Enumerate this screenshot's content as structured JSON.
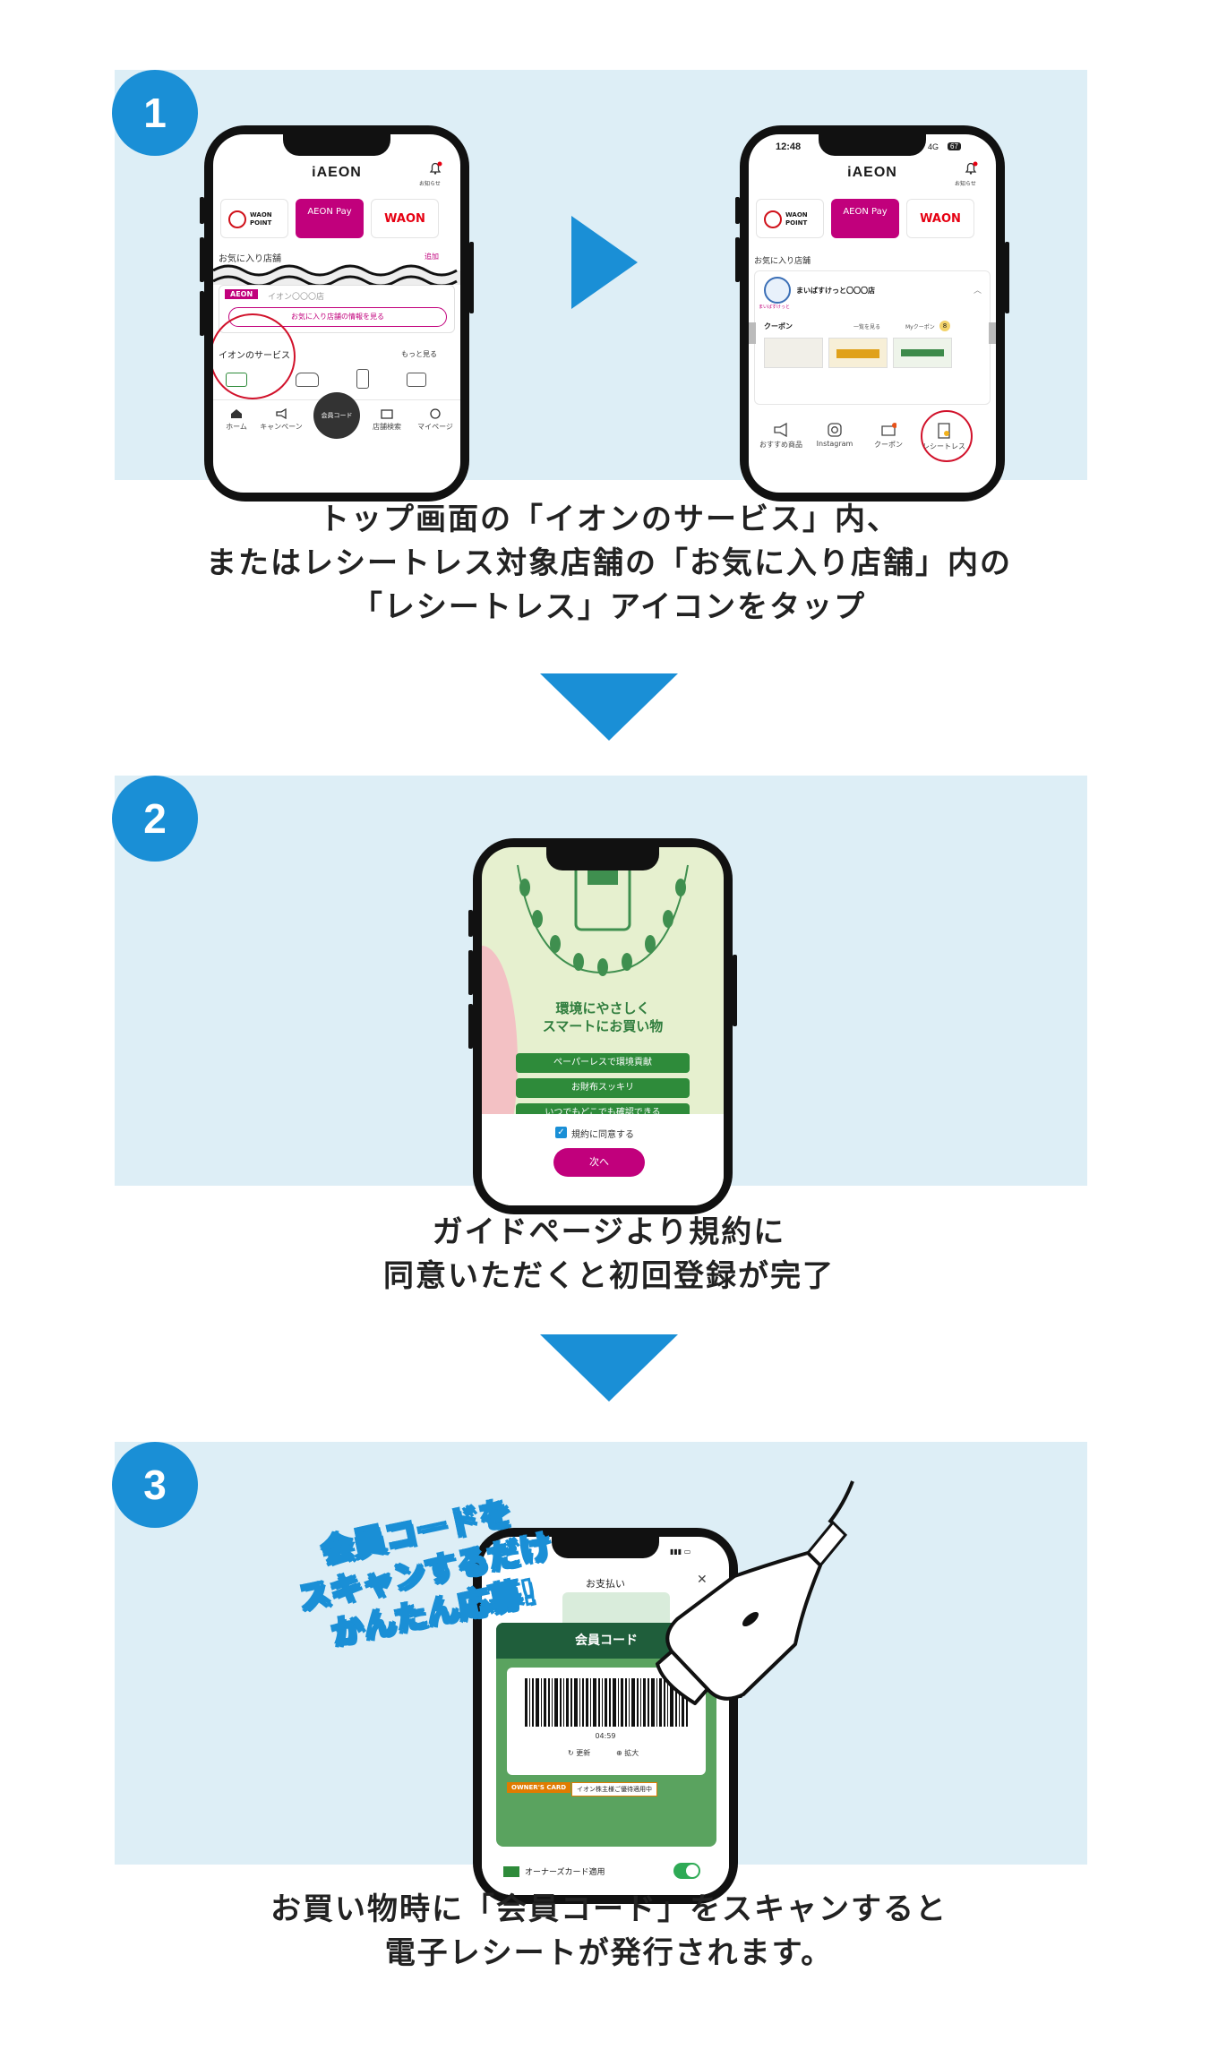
{
  "steps": [
    {
      "number": "1",
      "caption_lines": [
        "トップ画面の「イオンのサービス」内、",
        "またはレシートレス対象店舗の「お気に入り店舗」内の",
        "「レシートレス」アイコンをタップ"
      ]
    },
    {
      "number": "2",
      "caption_lines": [
        "ガイドページより規約に",
        "同意いただくと初回登録が完了"
      ]
    },
    {
      "number": "3",
      "caption_lines": [
        "お買い物時に「会員コード」をスキャンすると",
        "電子レシートが発行されます。"
      ]
    }
  ],
  "phone1": {
    "logo": "iAEON",
    "notify_label": "お知らせ",
    "cards": [
      "WAON POINT",
      "AEON Pay",
      "WAON"
    ],
    "favorites_label": "お気に入り店舗",
    "add_label": "追加",
    "store_brand": "AEON",
    "store_name": "イオン〇〇〇店",
    "store_info_button": "お気に入り店舗の情報を見る",
    "services_label": "イオンのサービス",
    "more_label": "もっと見る",
    "nav": [
      "ホーム",
      "キャンペーン",
      "会員コード",
      "店舗検索",
      "マイページ"
    ]
  },
  "phone2": {
    "time": "12:48",
    "signal": "4G",
    "battery": "67",
    "logo": "iAEON",
    "notify_label": "お知らせ",
    "cards": [
      "WAON POINT",
      "AEON Pay",
      "WAON"
    ],
    "favorites_label": "お気に入り店舗",
    "store_name": "まいばすけっと〇〇〇店",
    "store_logo_text": "まいばすけっと",
    "coupon_label": "クーポン",
    "coupon_list": "一覧を見る",
    "my_coupon": "Myクーポン",
    "my_coupon_count": "8",
    "icons": [
      "おすすめ商品",
      "Instagram",
      "クーポン",
      "レシートレス"
    ]
  },
  "phone3": {
    "heading_line1": "環境にやさしく",
    "heading_line2": "スマートにお買い物",
    "pills": [
      "ペーパーレスで環境貢献",
      "お財布スッキリ",
      "いつでもどこでも確認できる"
    ],
    "agree_label": "規約に同意する",
    "next_button": "次へ"
  },
  "phone4": {
    "title": "お支払い",
    "code_header": "会員コード",
    "timer": "04:59",
    "refresh": "更新",
    "zoom": "拡大",
    "owners_card": "OWNER'S CARD",
    "owners_benefit": "イオン株主様ご優待適用中",
    "owners_toggle_label": "オーナーズカード適用"
  },
  "promo_badge": [
    "会員コードを",
    "スキャンするだけ",
    "かんたん応募!"
  ],
  "colors": {
    "accent_blue": "#1a8fd6",
    "panel_bg": "#ddeef6",
    "magenta": "#c1007c",
    "green": "#2e8b3a"
  }
}
